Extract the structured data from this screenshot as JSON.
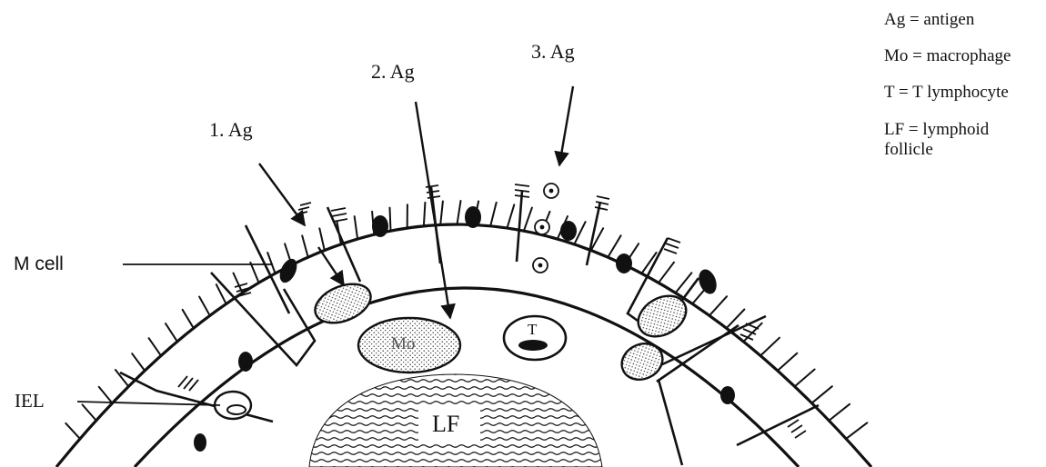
{
  "diagram": {
    "arrows": {
      "ag1": "1. Ag",
      "ag2": "2. Ag",
      "ag3": "3. Ag"
    },
    "callouts": {
      "m_cell": "M cell",
      "iel": "IEL"
    },
    "inner_labels": {
      "macrophage": "Mo",
      "t_cell": "T",
      "follicle": "LF"
    },
    "legend": [
      "Ag = antigen",
      "Mo = macrophage",
      "T = T lymphocyte",
      "LF = lymphoid follicle"
    ]
  }
}
